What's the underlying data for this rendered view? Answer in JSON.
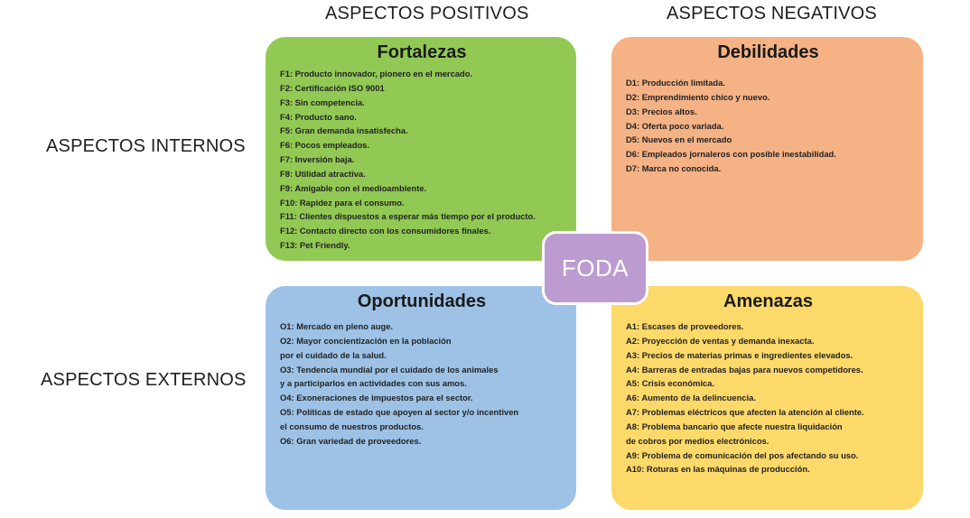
{
  "headers": {
    "positivos": "ASPECTOS POSITIVOS",
    "negativos": "ASPECTOS NEGATIVOS",
    "internos": "ASPECTOS INTERNOS",
    "externos": "ASPECTOS EXTERNOS"
  },
  "center": {
    "label": "FODA"
  },
  "colors": {
    "fortalezas": "#92c954",
    "debilidades": "#f5b285",
    "oportunidades": "#9dc2e6",
    "amenazas": "#fdd96a",
    "foda": "#bc9bd0"
  },
  "fortalezas": {
    "title": "Fortalezas",
    "items": [
      "F1: Producto innovador, pionero en el mercado.",
      "F2: Certificación ISO 9001",
      "F3: Sin competencia.",
      "F4: Producto sano.",
      "F5: Gran demanda insatisfecha.",
      "F6: Pocos empleados.",
      "F7: Inversión baja.",
      "F8: Utilidad atractiva.",
      "F9: Amigable con el medioambiente.",
      "F10: Rapidez para el consumo.",
      "F11: Clientes dispuestos a esperar más tiempo por el producto.",
      "F12: Contacto directo con los consumidores finales.",
      "F13: Pet Friendly."
    ]
  },
  "debilidades": {
    "title": "Debilidades",
    "items": [
      "D1: Producción limitada.",
      "D2: Emprendimiento chico y nuevo.",
      "D3: Precios altos.",
      "D4: Oferta poco variada.",
      "D5: Nuevos en el mercado",
      "D6: Empleados jornaleros con posible inestabilidad.",
      "D7: Marca no conocida."
    ]
  },
  "oportunidades": {
    "title": "Oportunidades",
    "items": [
      "O1: Mercado en pleno auge.",
      "O2: Mayor concientización en la población\npor el cuidado de la salud.",
      "O3: Tendencia mundial por el cuidado de los animales\ny a participarlos en actividades con sus amos.",
      "O4: Exoneraciones de impuestos para el sector.",
      "O5: Políticas de estado que apoyen al sector y/o incentiven\nel consumo de nuestros productos.",
      "O6: Gran variedad de proveedores."
    ]
  },
  "amenazas": {
    "title": "Amenazas",
    "items": [
      "A1: Escases de proveedores.",
      "A2: Proyección de ventas y demanda inexacta.",
      "A3: Precios de materias primas e ingredientes elevados.",
      "A4: Barreras de entradas bajas para nuevos competidores.",
      "A5: Crisis económica.",
      "A6: Aumento de la delincuencia.",
      "A7: Problemas eléctricos que afecten la atención al cliente.",
      "A8: Problema bancario que afecte nuestra liquidación\nde cobros por medios electrónicos.",
      "A9: Problema de comunicación del pos afectando su uso.",
      "A10: Roturas en las máquinas de producción."
    ]
  }
}
